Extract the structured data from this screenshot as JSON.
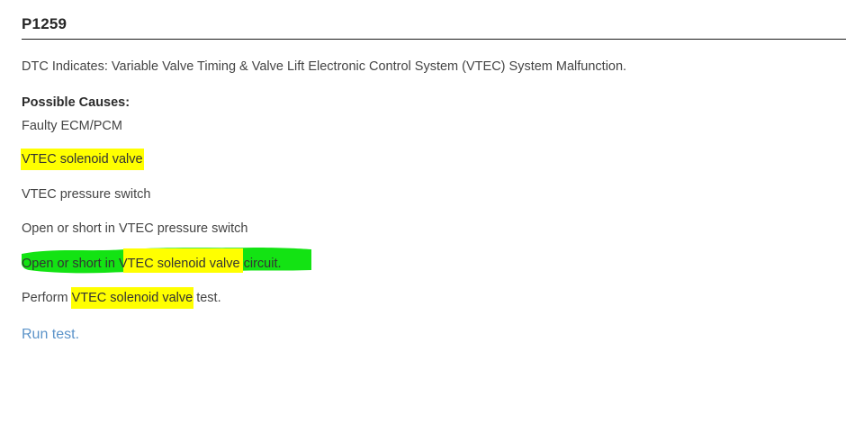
{
  "document": {
    "title": "P1259",
    "indicates": "DTC Indicates: Variable Valve Timing & Valve Lift Electronic Control System (VTEC) System Malfunction.",
    "causes_heading": "Possible Causes:",
    "causes": [
      {
        "text": "Faulty ECM/PCM",
        "highlight": "none"
      },
      {
        "text": "VTEC solenoid valve",
        "highlight": "yellow"
      },
      {
        "text": "VTEC pressure switch",
        "highlight": "none"
      },
      {
        "text": "Open or short in VTEC pressure switch",
        "highlight": "none"
      }
    ],
    "cause_mixed": {
      "prefix": "Open or short in ",
      "highlighted": "VTEC solenoid valve",
      "suffix": " circuit.",
      "highlight": "green-and-yellow"
    },
    "perform": {
      "prefix": "Perform ",
      "highlighted": "VTEC solenoid valve",
      "suffix": " test."
    },
    "run_test_link": "Run test."
  },
  "colors": {
    "highlight_yellow": "#ffff00",
    "highlight_green": "#13e313",
    "link_blue": "#5b93c9",
    "body_text": "#444444",
    "title_text": "#262626",
    "rule": "#1a1a1a",
    "background": "#ffffff"
  }
}
